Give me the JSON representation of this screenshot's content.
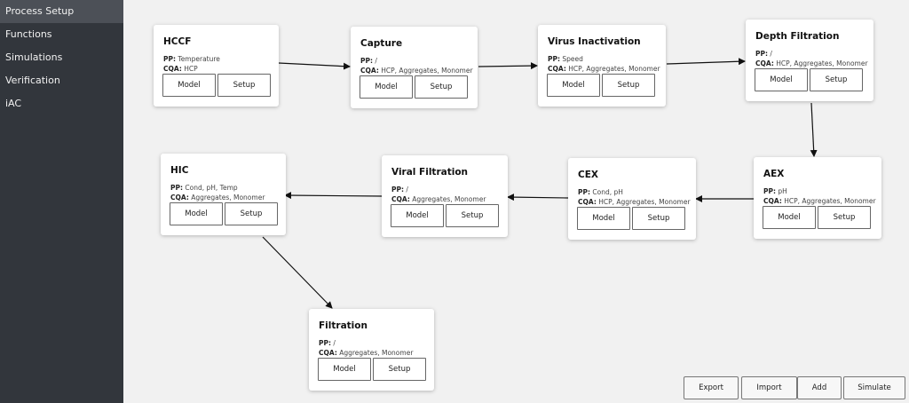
{
  "sidebar": {
    "items": [
      {
        "label": "Process Setup",
        "active": true
      },
      {
        "label": "Functions"
      },
      {
        "label": "Simulations"
      },
      {
        "label": "Verification"
      },
      {
        "label": "iAC"
      }
    ]
  },
  "steps": [
    {
      "title": "HCCF",
      "pp_label": "PP:",
      "pp": "Temperature",
      "cqa_label": "CQA:",
      "cqa": "HCP",
      "model_label": "Model",
      "setup_label": "Setup"
    },
    {
      "title": "Capture",
      "pp_label": "PP:",
      "pp": "/",
      "cqa_label": "CQA:",
      "cqa": "HCP, Aggregates, Monomer",
      "model_label": "Model",
      "setup_label": "Setup"
    },
    {
      "title": "Virus Inactivation",
      "pp_label": "PP:",
      "pp": "Speed",
      "cqa_label": "CQA:",
      "cqa": "HCP, Aggregates, Monomer",
      "model_label": "Model",
      "setup_label": "Setup"
    },
    {
      "title": "Depth Filtration",
      "pp_label": "PP:",
      "pp": "/",
      "cqa_label": "CQA:",
      "cqa": "HCP, Aggregates, Monomer",
      "model_label": "Model",
      "setup_label": "Setup"
    },
    {
      "title": "AEX",
      "pp_label": "PP:",
      "pp": "pH",
      "cqa_label": "CQA:",
      "cqa": "HCP, Aggregates, Monomer",
      "model_label": "Model",
      "setup_label": "Setup"
    },
    {
      "title": "CEX",
      "pp_label": "PP:",
      "pp": "Cond, pH",
      "cqa_label": "CQA:",
      "cqa": "HCP, Aggregates, Monomer",
      "model_label": "Model",
      "setup_label": "Setup"
    },
    {
      "title": "Viral Filtration",
      "pp_label": "PP:",
      "pp": "/",
      "cqa_label": "CQA:",
      "cqa": "Aggregates, Monomer",
      "model_label": "Model",
      "setup_label": "Setup"
    },
    {
      "title": "HIC",
      "pp_label": "PP:",
      "pp": "Cond, pH, Temp",
      "cqa_label": "CQA:",
      "cqa": "Aggregates, Monomer",
      "model_label": "Model",
      "setup_label": "Setup"
    },
    {
      "title": "Filtration",
      "pp_label": "PP:",
      "pp": "/",
      "cqa_label": "CQA:",
      "cqa": "Aggregates, Monomer",
      "model_label": "Model",
      "setup_label": "Setup"
    }
  ],
  "actions": {
    "export_label": "Export",
    "import_label": "Import",
    "add_label": "Add",
    "simulate_label": "Simulate"
  }
}
